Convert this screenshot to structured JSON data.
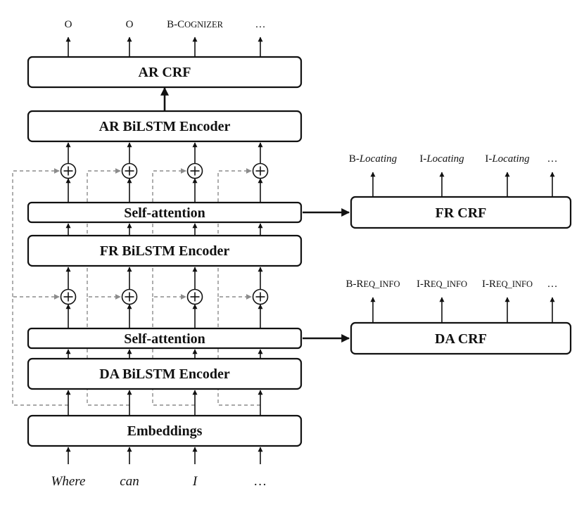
{
  "boxes": {
    "ar_crf": "AR CRF",
    "ar_bilstm": "AR BiLSTM Encoder",
    "self_attention_fr": "Self-attention",
    "fr_bilstm": "FR BiLSTM Encoder",
    "self_attention_da": "Self-attention",
    "da_bilstm": "DA BiLSTM Encoder",
    "embeddings": "Embeddings",
    "fr_crf": "FR CRF",
    "da_crf": "DA CRF"
  },
  "inputs": [
    "Where",
    "can",
    "I",
    "…"
  ],
  "ar_outputs": [
    {
      "prefix": "O",
      "small": ""
    },
    {
      "prefix": "O",
      "small": ""
    },
    {
      "prefix": "B-C",
      "small": "OGNIZER"
    },
    {
      "prefix": "…",
      "small": ""
    }
  ],
  "fr_outputs": [
    {
      "prefix": "B-",
      "italic": "Locating"
    },
    {
      "prefix": "I-",
      "italic": "Locating"
    },
    {
      "prefix": "I-",
      "italic": "Locating"
    },
    {
      "prefix": "…",
      "italic": ""
    }
  ],
  "da_outputs": [
    {
      "prefix": "B-R",
      "small": "EQ_INFO"
    },
    {
      "prefix": "I-R",
      "small": "EQ_INFO"
    },
    {
      "prefix": "I-R",
      "small": "EQ_INFO"
    },
    {
      "prefix": "…",
      "small": ""
    }
  ]
}
